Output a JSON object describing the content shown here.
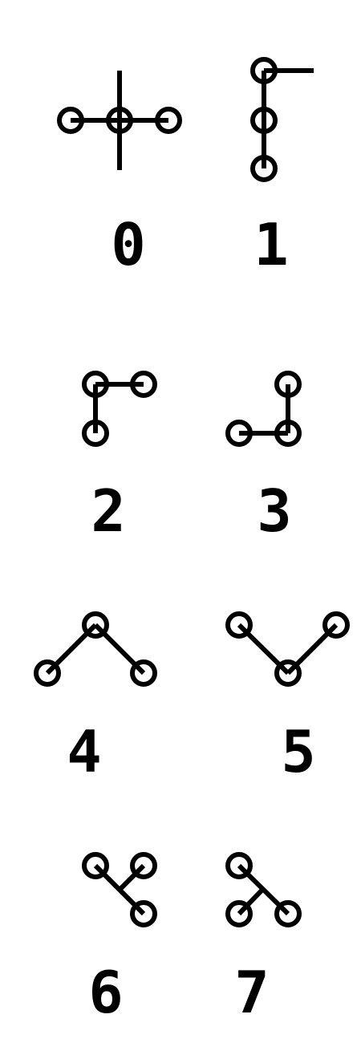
{
  "labels": [
    "0",
    "1",
    "2",
    "3",
    "4",
    "5",
    "6",
    "7"
  ],
  "colors": {
    "background": "#ffffff",
    "stroke": "#000000"
  }
}
